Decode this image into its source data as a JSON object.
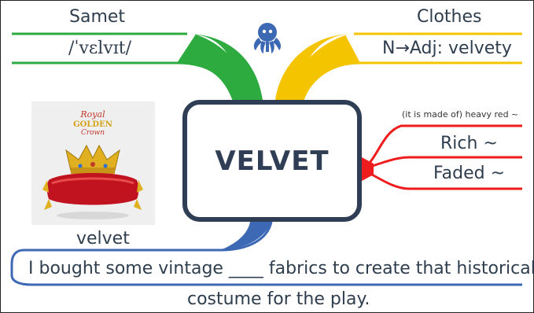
{
  "center": {
    "word": "VELVET"
  },
  "left_top": {
    "translation": "Samet",
    "pronunciation": "/ˈvɛlvɪt/"
  },
  "right_top": {
    "category": "Clothes",
    "word_form": "N→Adj: velvety"
  },
  "right_red": {
    "note": "(it is made of) heavy red ~",
    "collocation_1": "Rich ~",
    "collocation_2": "Faded ~"
  },
  "image": {
    "caption": "velvet",
    "logo_line1": "Royal",
    "logo_line2": "GOLDEN",
    "logo_line3": "Crown"
  },
  "example": {
    "line1": "I bought some vintage ____ fabrics to create that historical",
    "line2": "costume for the play."
  },
  "colors": {
    "green": "#2eab3e",
    "yellow": "#f5c400",
    "red": "#ee1c1c",
    "blue": "#3d68b4",
    "navy": "#2f3e54"
  },
  "icons": {
    "top_icon": "octopus-icon"
  }
}
